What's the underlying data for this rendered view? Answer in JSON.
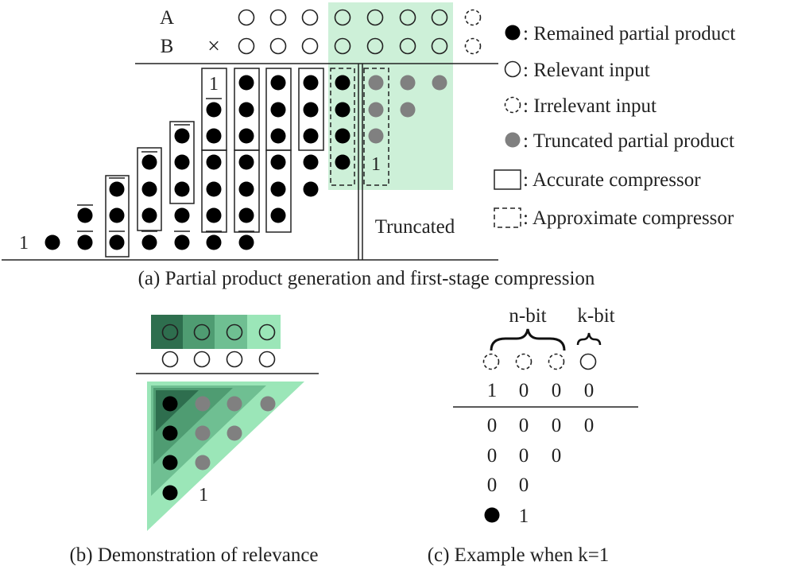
{
  "colors": {
    "remained": "#000000",
    "truncated": "#808080",
    "highlight": "#cdf0d8",
    "demo_dark": "#2e6e4e",
    "demo_mid": "#4f9c72",
    "demo_light": "#9be6b8"
  },
  "panel_a": {
    "row_label_a": "A",
    "row_label_b": "B",
    "multiply_sign": "×",
    "carry_left": "1",
    "pp_one_top": "1",
    "pp_one_truncated": "1",
    "truncated_label": "Truncated",
    "caption": "(a) Partial product generation and first-stage compression"
  },
  "legend": {
    "remained": ": Remained partial product",
    "relevant": ": Relevant input",
    "irrelevant": ": Irrelevant input",
    "truncated": ": Truncated partial product",
    "accurate": ": Accurate compressor",
    "approximate": ": Approximate compressor"
  },
  "panel_b": {
    "one_label": "1",
    "caption": "(b) Demonstration of relevance"
  },
  "panel_c": {
    "n_bit": "n-bit",
    "k_bit": "k-bit",
    "row0": [
      "1",
      "0",
      "0",
      "0"
    ],
    "row1": [
      "0",
      "0",
      "0",
      "0"
    ],
    "row2": [
      "0",
      "0",
      "0"
    ],
    "row3": [
      "0",
      "0"
    ],
    "row4_one": "1",
    "caption": "(c) Example when k=1"
  }
}
